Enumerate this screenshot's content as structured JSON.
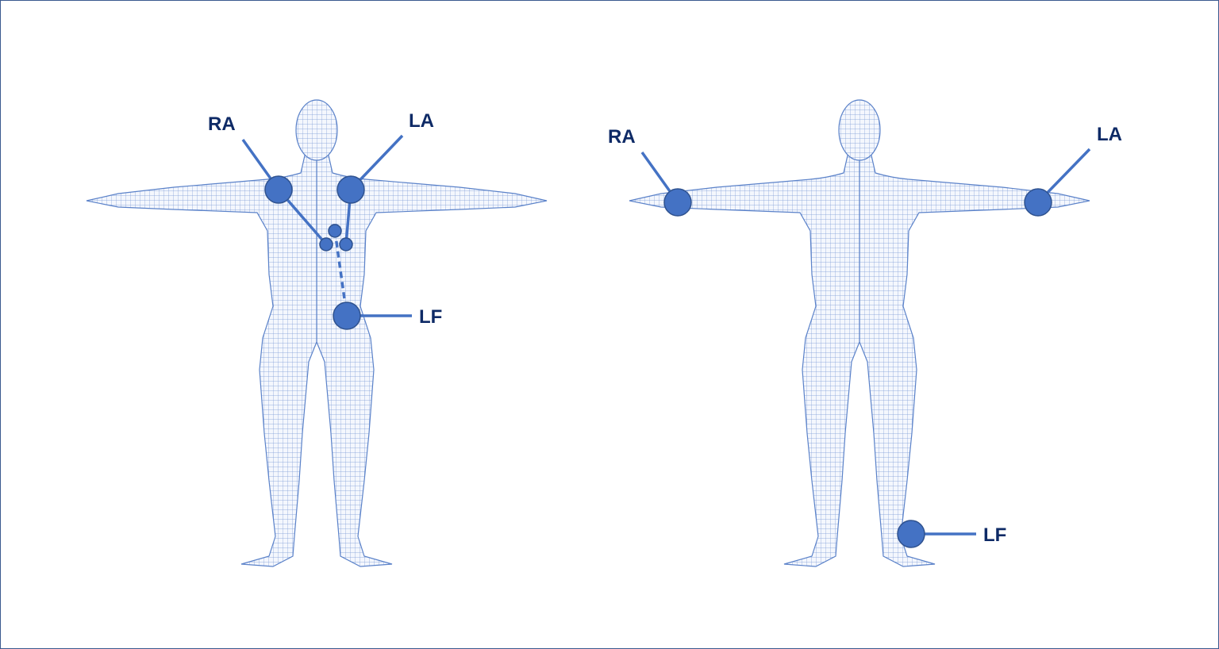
{
  "colors": {
    "electrode": "#4472c4",
    "label": "#0e2a66",
    "mesh": "#5b82c9"
  },
  "left_figure": {
    "labels": {
      "ra": "RA",
      "la": "LA",
      "lf": "LF"
    }
  },
  "right_figure": {
    "labels": {
      "ra": "RA",
      "la": "LA",
      "lf": "LF"
    }
  }
}
